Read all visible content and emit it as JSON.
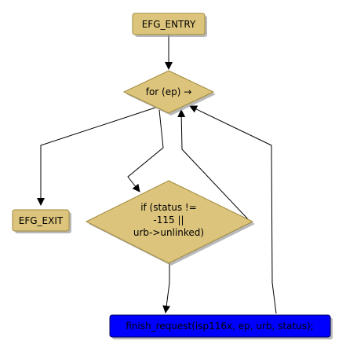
{
  "diagram": {
    "colors": {
      "node_fill": "#dcc47c",
      "node_stroke": "#a08a3c",
      "shadow": "#9a9a9a",
      "call_fill": "#0000ff",
      "call_stroke": "#000060",
      "edge": "#000000"
    },
    "nodes": {
      "entry": {
        "label": "EFG_ENTRY"
      },
      "loop": {
        "label": "for (ep) →"
      },
      "exit": {
        "label": "EFG_EXIT"
      },
      "cond": {
        "line1": "if (status !=",
        "line2": "-115 ||",
        "line3": "urb->unlinked)"
      },
      "call": {
        "label": "finish_request(isp116x, ep, urb, status);"
      }
    }
  }
}
